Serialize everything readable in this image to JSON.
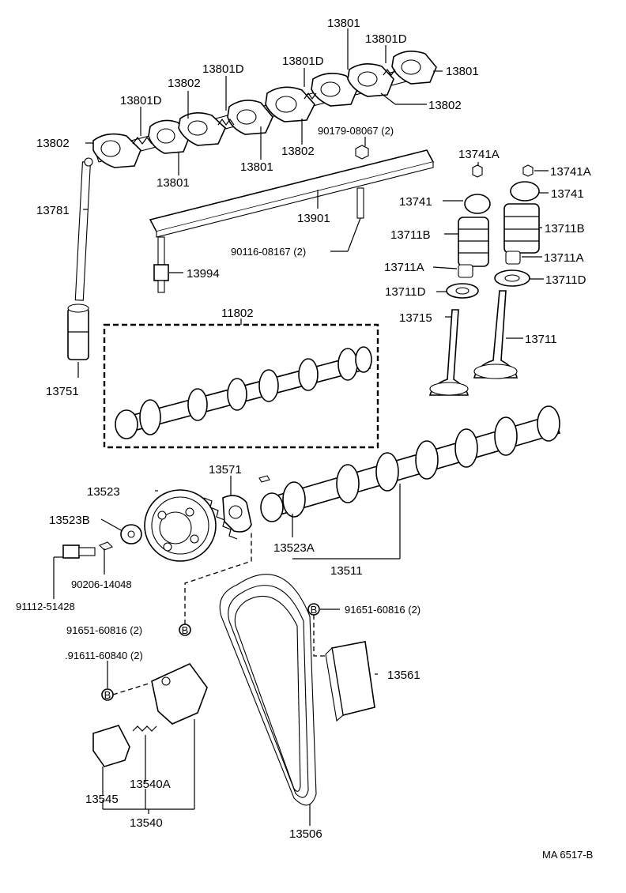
{
  "diagram_code": "MA 6517-B",
  "labels": {
    "l13801_top": "13801",
    "l13801D_top": "13801D",
    "l13801_right": "13801",
    "l13801D_mid": "13801D",
    "l13802_right": "13802",
    "l13801D_left2": "13801D",
    "l13802_left2": "13802",
    "l13801D_left": "13801D",
    "l13802_left": "13802",
    "l13801_b1": "13801",
    "l13801_b2": "13801",
    "l13802_b": "13802",
    "l90179": "90179-08067 (2)",
    "l13741A_l": "13741A",
    "l13741A_r": "13741A",
    "l13781": "13781",
    "l13901": "13901",
    "l13741_l": "13741",
    "l13741_r": "13741",
    "l13711B_l": "13711B",
    "l13711B_r": "13711B",
    "l90116": "90116-08167 (2)",
    "l13711A_l": "13711A",
    "l13711A_r": "13711A",
    "l13994": "13994",
    "l13711D_l": "13711D",
    "l13711D_r": "13711D",
    "l11802": "11802",
    "l13715": "13715",
    "l13711": "13711",
    "l13751": "13751",
    "l13571": "13571",
    "l13523": "13523",
    "l13523B": "13523B",
    "l13523A": "13523A",
    "l13511": "13511",
    "l90206": "90206-14048",
    "l91112": "91112-51428",
    "l91651_r": "91651-60816 (2)",
    "l91651_l": "91651-60816 (2)",
    "l91611": ".91611-60840 (2)",
    "l13561": "13561",
    "l13540A": "13540A",
    "l13545": "13545",
    "l13540": "13540",
    "l13506": "13506"
  },
  "markers": {
    "bolt_symbol": "B"
  },
  "icons": {
    "rocker_arm": "rocker-arm-icon",
    "pushrod": "pushrod-icon",
    "camshaft": "camshaft-icon",
    "sprocket": "sprocket-icon",
    "chain": "timing-chain-icon",
    "valve": "valve-icon",
    "spring": "valve-spring-icon"
  }
}
